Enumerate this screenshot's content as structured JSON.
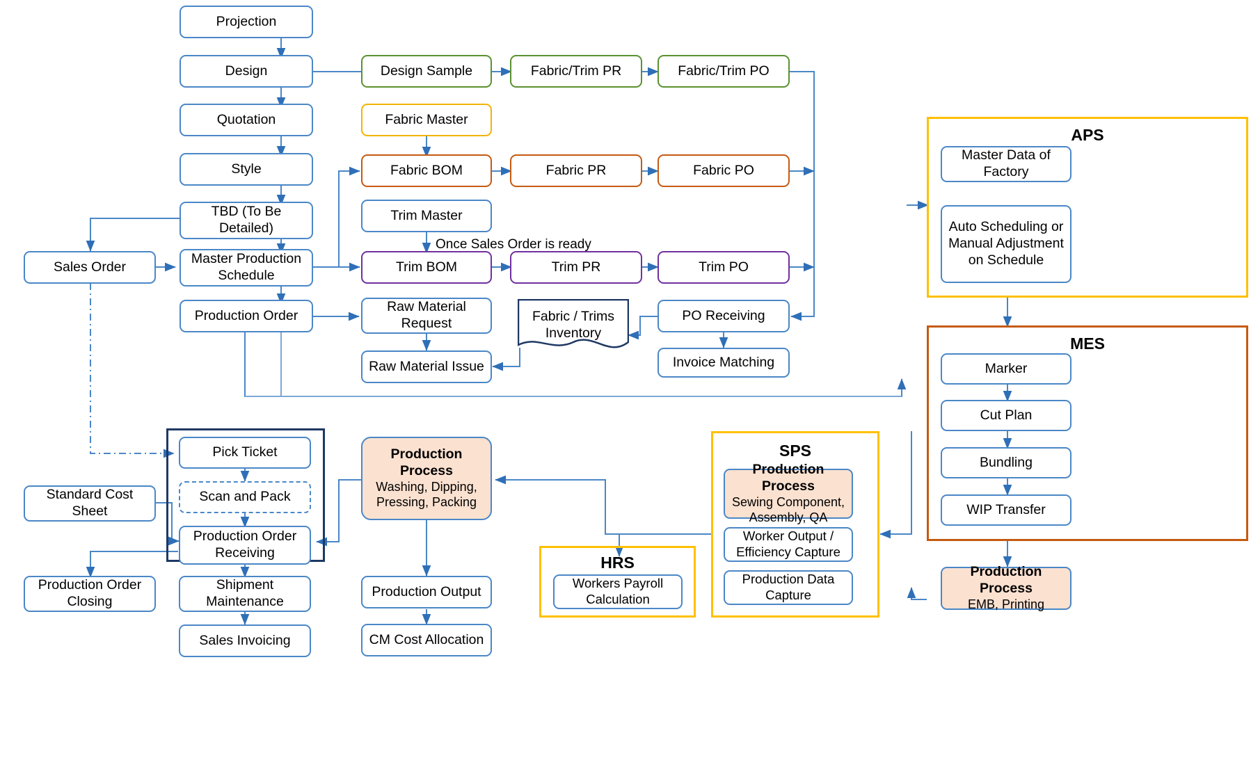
{
  "diagram": {
    "title": "Apparel ERP Production Flow",
    "colors": {
      "blue": "#4a87c7",
      "green": "#5a9130",
      "yellow": "#f2b400",
      "orange": "#c55a11",
      "purple": "#7030a0",
      "navy": "#1f3864",
      "peach_fill": "#fbe1d0",
      "arrow": "#4a87c7"
    },
    "annotations": [
      {
        "text": "Once Sales Order is ready"
      }
    ],
    "main_chain": [
      {
        "label": "Projection"
      },
      {
        "label": "Design"
      },
      {
        "label": "Quotation"
      },
      {
        "label": "Style"
      },
      {
        "label": "TBD (To Be Detailed)"
      },
      {
        "label": "Master Production Schedule"
      },
      {
        "label": "Production Order"
      }
    ],
    "sales_order": {
      "label": "Sales Order"
    },
    "design_row": [
      {
        "label": "Design Sample"
      },
      {
        "label": "Fabric/Trim PR"
      },
      {
        "label": "Fabric/Trim PO"
      }
    ],
    "fabric_master": {
      "label": "Fabric Master"
    },
    "fabric_row": [
      {
        "label": "Fabric BOM"
      },
      {
        "label": "Fabric PR"
      },
      {
        "label": "Fabric PO"
      }
    ],
    "trim_master": {
      "label": "Trim Master"
    },
    "trim_row": [
      {
        "label": "Trim BOM"
      },
      {
        "label": "Trim PR"
      },
      {
        "label": "Trim PO"
      }
    ],
    "material_col": [
      {
        "label": "Raw Material Request"
      },
      {
        "label": "Raw Material Issue"
      }
    ],
    "inventory": {
      "label": "Fabric / Trims Inventory"
    },
    "receiving_col": [
      {
        "label": "PO Receiving"
      },
      {
        "label": "Invoice Matching"
      }
    ],
    "aps": {
      "title": "APS",
      "items": [
        {
          "label": "Master Data of Factory"
        },
        {
          "label": "Auto Scheduling or Manual Adjustment on Schedule"
        }
      ]
    },
    "mes": {
      "title": "MES",
      "items": [
        {
          "label": "Marker"
        },
        {
          "label": "Cut Plan"
        },
        {
          "label": "Bundling"
        },
        {
          "label": "WIP Transfer"
        }
      ]
    },
    "mes_process": {
      "title": "Production Process",
      "subtitle": "EMB, Printing"
    },
    "sps": {
      "title": "SPS",
      "process": {
        "title": "Production Process",
        "subtitle": "Sewing Component, Assembly, QA"
      },
      "items": [
        {
          "label": "Worker Output / Efficiency Capture"
        },
        {
          "label": "Production Data Capture"
        }
      ]
    },
    "hrs": {
      "title": "HRS",
      "items": [
        {
          "label": "Workers Payroll Calculation"
        }
      ]
    },
    "pack_group": {
      "items": [
        {
          "label": "Pick Ticket"
        },
        {
          "label": "Scan and Pack"
        },
        {
          "label": "Production Order Receiving"
        }
      ]
    },
    "standard_cost_sheet": {
      "label": "Standard Cost Sheet"
    },
    "bottom_left": [
      {
        "label": "Production Order Closing"
      },
      {
        "label": "Shipment Maintenance"
      },
      {
        "label": "Sales Invoicing"
      }
    ],
    "wash_process": {
      "title": "Production Process",
      "subtitle": "Washing, Dipping, Pressing, Packing"
    },
    "output_col": [
      {
        "label": "Production Output"
      },
      {
        "label": "CM Cost Allocation"
      }
    ]
  }
}
